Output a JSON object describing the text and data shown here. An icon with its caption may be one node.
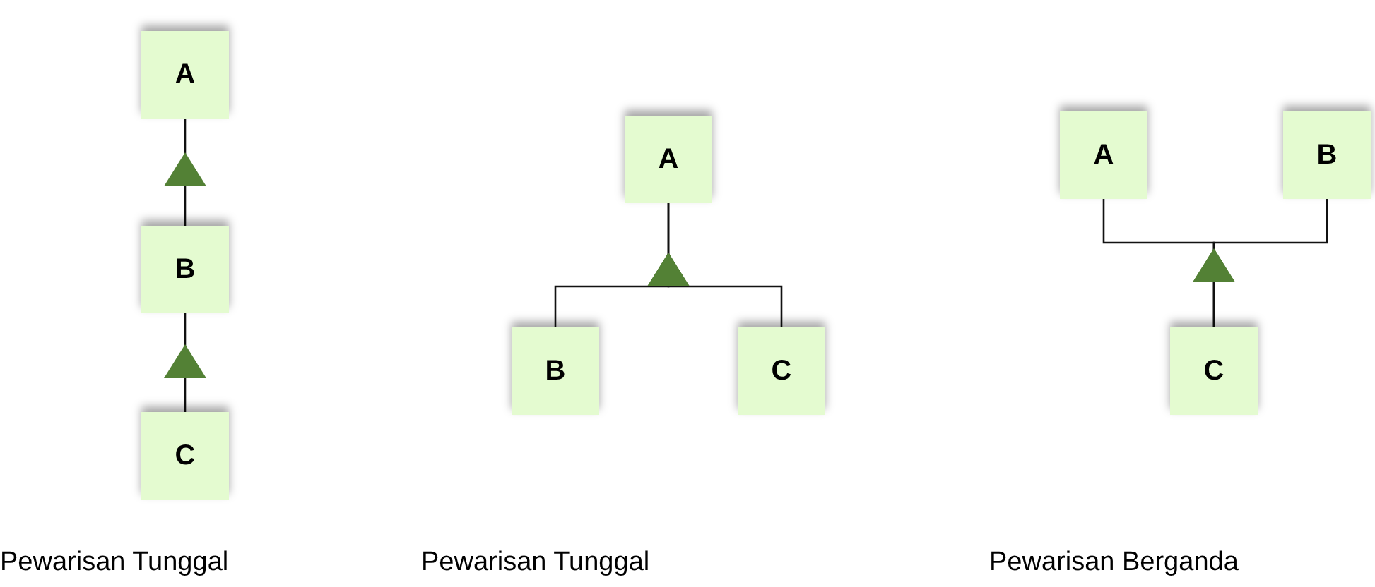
{
  "diagram": {
    "nodes": [
      {
        "text": [
          "A"
        ]
      },
      {
        "text": [
          "B"
        ]
      },
      {
        "text": [
          "C"
        ]
      },
      {
        "text": [
          "A"
        ]
      },
      {
        "text": [
          "B"
        ]
      },
      {
        "text": [
          "C"
        ]
      },
      {
        "text": [
          "A"
        ]
      },
      {
        "text": [
          "B"
        ]
      },
      {
        "text": [
          "C"
        ]
      }
    ],
    "edges": [
      {
        "from": 1,
        "to": 0,
        "arrow": "to"
      },
      {
        "from": 2,
        "to": 1,
        "arrow": "to"
      },
      {
        "from": 4,
        "to": 3,
        "arrow": "to"
      },
      {
        "from": 5,
        "to": 3,
        "arrow": "to"
      },
      {
        "from": 8,
        "to": 6,
        "arrow": "to"
      },
      {
        "from": 8,
        "to": 7,
        "arrow": "to"
      }
    ],
    "labels": [
      "Pewarisan Tunggal",
      "Pewarisan Tunggal",
      "Pewarisan Berganda"
    ]
  }
}
